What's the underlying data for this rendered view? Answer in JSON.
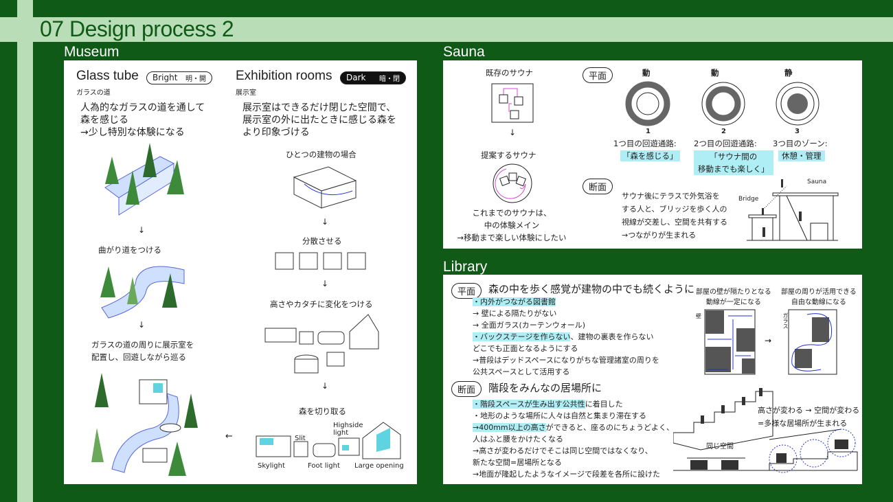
{
  "title": "07 Design process 2",
  "museum": {
    "label": "Museum",
    "glass": {
      "heading": "Glass tube",
      "pill": "Bright",
      "pill_jp": "明・開",
      "sub": "ガラスの道",
      "desc": [
        "人為的なガラスの道を通して",
        "森を感じる",
        "→少し特別な体験になる"
      ],
      "step2": "曲がり道をつける",
      "step3": [
        "ガラスの道の周りに展示室を",
        "配置し、回遊しながら巡る"
      ]
    },
    "rooms": {
      "heading": "Exhibition rooms",
      "pill": "Dark",
      "pill_jp": "暗・閉",
      "sub": "展示室",
      "desc": [
        "展示室はできるだけ閉じた空間で、",
        "展示室の外に出たときに感じる森を",
        "より印象づける"
      ],
      "step1": "ひとつの建物の場合",
      "step2": "分散させる",
      "step3": "高さやカタチに変化をつける",
      "step4": "森を切り取る",
      "labels": {
        "slit": "Slit",
        "highside": "Highside",
        "light": "light",
        "skylight": "Skylight",
        "footlight": "Foot light",
        "large": "Large opening"
      }
    }
  },
  "sauna": {
    "label": "Sauna",
    "existing": "既存のサウナ",
    "proposed": "提案するサウナ",
    "caption": [
      "これまでのサウナは、",
      "中の体験メイン",
      "→移動まで楽しい体験にしたい"
    ],
    "plan_tag": "平面",
    "section_tag": "断面",
    "zones": [
      {
        "mode": "動",
        "num": "1",
        "title": "1つ目の回遊通路:",
        "highlight": [
          "「森を感じる」"
        ]
      },
      {
        "mode": "動",
        "num": "2",
        "title": "2つ目の回遊通路:",
        "highlight": [
          "「サウナ間の",
          "移動までも楽しく」"
        ]
      },
      {
        "mode": "静",
        "num": "3",
        "title": "3つ目のゾーン:",
        "highlight": [
          "休憩・管理"
        ]
      }
    ],
    "section_text": [
      "サウナ後にテラスで外気浴を",
      "する人と、ブリッジを歩く人の",
      "視線が交差し、空間を共有する",
      "→つながりが生まれる"
    ],
    "diagram": {
      "bridge": "Bridge",
      "sauna": "Sauna"
    }
  },
  "library": {
    "label": "Library",
    "plan_tag": "平面",
    "plan_heading": "森の中を歩く感覚が建物の中でも続くように",
    "plan_list": [
      {
        "hl": "・内外がつながる図書館",
        "rest": ""
      },
      {
        "hl": "",
        "rest": "→ 壁による隔たりがない"
      },
      {
        "hl": "",
        "rest": "→ 全面ガラス(カーテンウォール)"
      },
      {
        "hl": "・バックステージを作らない",
        "rest": "、建物の裏表を作らない"
      },
      {
        "hl": "",
        "rest": "どこでも正面となるようにする"
      },
      {
        "hl": "",
        "rest": "→普段はデッドスペースになりがちな管理諸室の周りを"
      },
      {
        "hl": "",
        "rest": "公共スペースとして活用する"
      }
    ],
    "diag_left": [
      "部屋の壁が隔たりとなる",
      "動線が一定になる"
    ],
    "wall": "壁",
    "diag_right": [
      "部屋の周りが活用できる",
      "自由な動線になる"
    ],
    "glass": "ガラス",
    "section_tag": "断面",
    "section_heading": "階段をみんなの居場所に",
    "section_list": [
      {
        "hl": "・階段スペースが生み出す公共性",
        "rest": "に着目した"
      },
      {
        "hl": "",
        "rest": "・地形のような場所に人々は自然と集まり滞在する"
      },
      {
        "hl": "→400mm以上の高さ",
        "rest": "ができると、座るのにちょうどよく、"
      },
      {
        "hl": "",
        "rest": "人はふと腰をかけたくなる"
      },
      {
        "hl": "",
        "rest": "→高さが変わるだけでそこは同じ空間ではなくなり、"
      },
      {
        "hl": "",
        "rest": "新たな空間=居場所となる"
      },
      {
        "hl": "",
        "rest": "→地面が隆起したようなイメージで段差を各所に設けた"
      }
    ],
    "height_note": [
      "高さが変わる → 空間が変わる",
      "=多様な居場所が生まれる"
    ],
    "same_space": "同じ空間"
  },
  "colors": {
    "bg": "#0f5a17",
    "band": "#b9deb7",
    "highlight": "#aeeef4",
    "magenta": "#d14fd1",
    "blue": "#2233cc"
  }
}
